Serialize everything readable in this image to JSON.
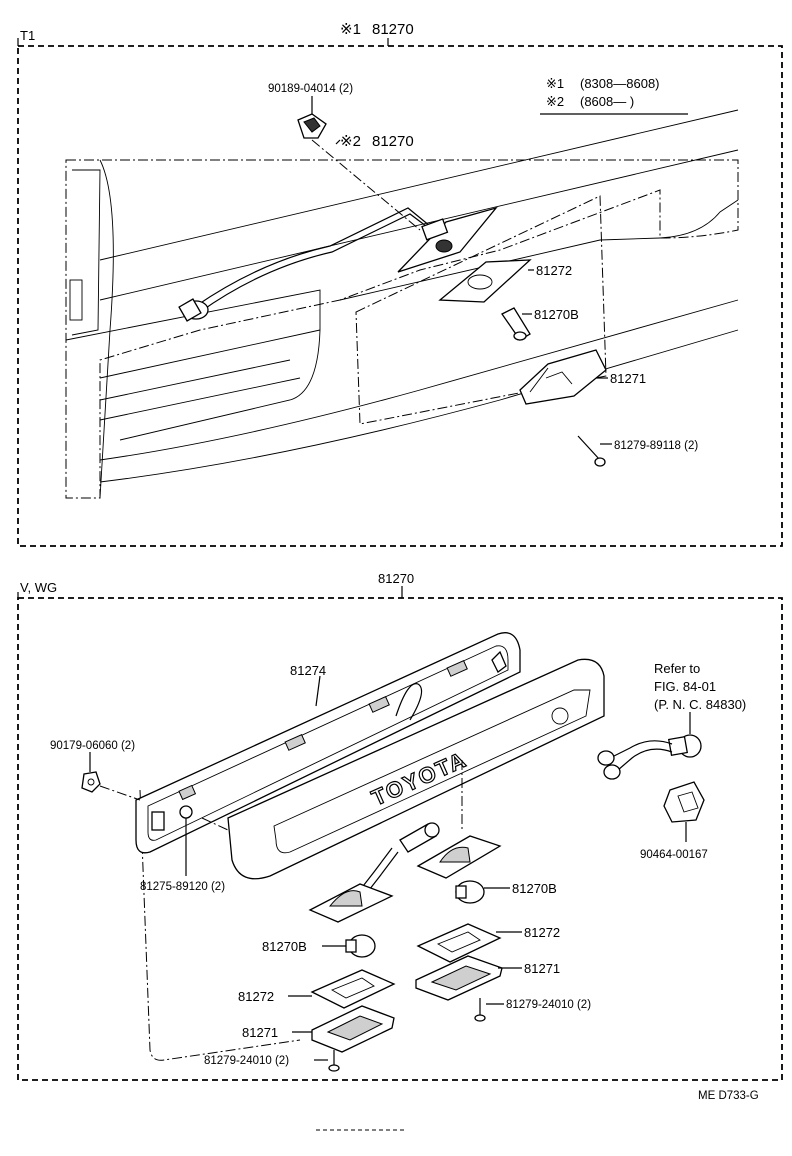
{
  "t1": {
    "section_label": "T1",
    "assy_top": {
      "mark": "※1",
      "num": "81270"
    },
    "assy_mid": {
      "mark": "※2",
      "num": "81270"
    },
    "legend": [
      {
        "mark": "※1",
        "range": "(8308—8608)"
      },
      {
        "mark": "※2",
        "range": "(8608—      )"
      }
    ],
    "parts": {
      "p90189": "90189-04014 (2)",
      "p81272": "81272",
      "p81270b": "81270B",
      "p81271": "81271",
      "p81279": "81279-89118 (2)"
    }
  },
  "vwg": {
    "section_label": "V, WG",
    "assy": "81270",
    "parts": {
      "p81274": "81274",
      "p90179": "90179-06060 (2)",
      "p81275": "81275-89120 (2)",
      "p81270b_r": "81270B",
      "p81272_r": "81272",
      "p81271_r": "81271",
      "p81279_r": "81279-24010 (2)",
      "p81270b_l": "81270B",
      "p81272_l": "81272",
      "p81271_l": "81271",
      "p81279_l": "81279-24010 (2)",
      "p90464": "90464-00167"
    },
    "refer": [
      "Refer to",
      "FIG. 84-01",
      "(P. N. C. 84830)"
    ],
    "emblem": "TOYOTA"
  },
  "footer": {
    "code": "ME  D733-G"
  }
}
